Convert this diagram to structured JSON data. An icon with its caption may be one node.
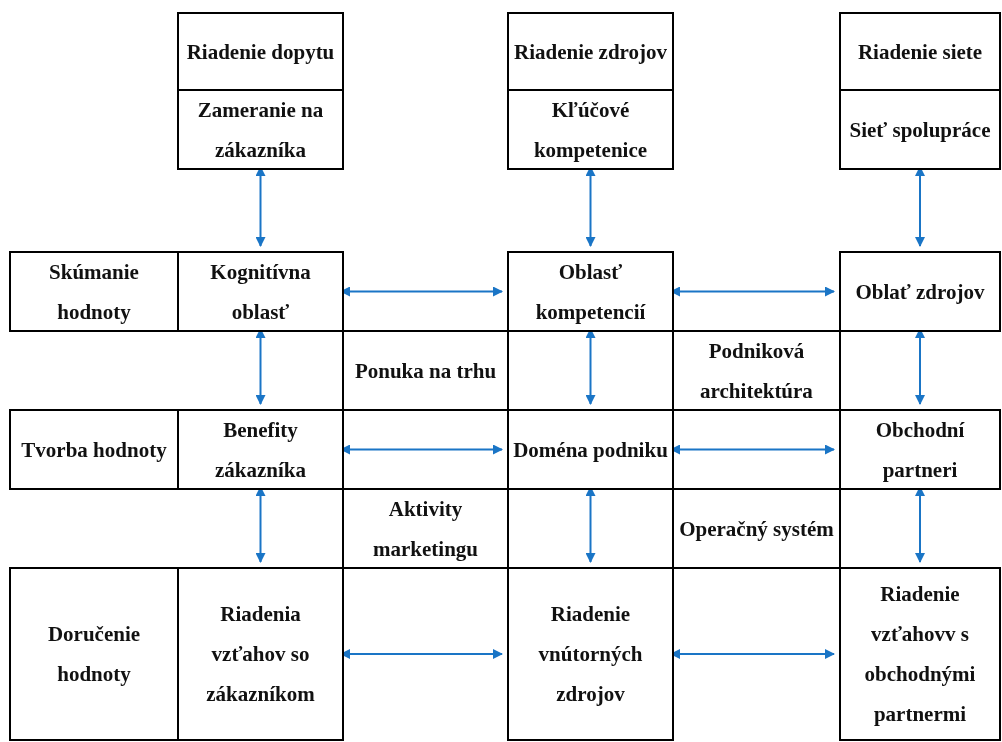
{
  "diagram": {
    "nodes": [
      {
        "text": [
          "Riadenie dopytu"
        ]
      },
      {
        "text": [
          "Zameranie na zákazníka"
        ]
      },
      {
        "text": [
          "Riadenie zdrojov"
        ]
      },
      {
        "text": [
          "Kľúčové kompetenice"
        ]
      },
      {
        "text": [
          "Riadenie siete"
        ]
      },
      {
        "text": [
          "Sieť spolupráce"
        ]
      },
      {
        "text": [
          "Skúmanie hodnoty"
        ]
      },
      {
        "text": [
          "Kognitívna oblasť"
        ]
      },
      {
        "text": [
          "Oblasť kompetencií"
        ]
      },
      {
        "text": [
          "Oblať zdrojov"
        ]
      },
      {
        "text": [
          "Ponuka na trhu"
        ]
      },
      {
        "text": [
          "Podniková architektúra"
        ]
      },
      {
        "text": [
          "Tvorba hodnoty"
        ]
      },
      {
        "text": [
          "Benefity zákazníka"
        ]
      },
      {
        "text": [
          "Doména podniku"
        ]
      },
      {
        "text": [
          "Obchodní partneri"
        ]
      },
      {
        "text": [
          "Aktivity marketingu"
        ]
      },
      {
        "text": [
          "Operačný systém"
        ]
      },
      {
        "text": [
          "Doručenie hodnoty"
        ]
      },
      {
        "text": [
          "Riadenia vzťahov so zákazníkom"
        ]
      },
      {
        "text": [
          "Riadenie vnútorných zdrojov"
        ]
      },
      {
        "text": [
          "Riadenie vzťahovv s obchodnými partnermi"
        ]
      }
    ],
    "edges": [
      {
        "from": 1,
        "to": 7,
        "arrow": "both"
      },
      {
        "from": 3,
        "to": 8,
        "arrow": "both"
      },
      {
        "from": 5,
        "to": 9,
        "arrow": "both"
      },
      {
        "from": 7,
        "to": 8,
        "arrow": "both"
      },
      {
        "from": 8,
        "to": 9,
        "arrow": "both"
      },
      {
        "from": 7,
        "to": 13,
        "arrow": "both"
      },
      {
        "from": 8,
        "to": 14,
        "arrow": "both"
      },
      {
        "from": 9,
        "to": 15,
        "arrow": "both"
      },
      {
        "from": 13,
        "to": 14,
        "arrow": "both"
      },
      {
        "from": 14,
        "to": 15,
        "arrow": "both"
      },
      {
        "from": 13,
        "to": 19,
        "arrow": "both"
      },
      {
        "from": 14,
        "to": 20,
        "arrow": "both"
      },
      {
        "from": 15,
        "to": 21,
        "arrow": "both"
      },
      {
        "from": 19,
        "to": 20,
        "arrow": "both"
      },
      {
        "from": 20,
        "to": 21,
        "arrow": "both"
      }
    ]
  }
}
